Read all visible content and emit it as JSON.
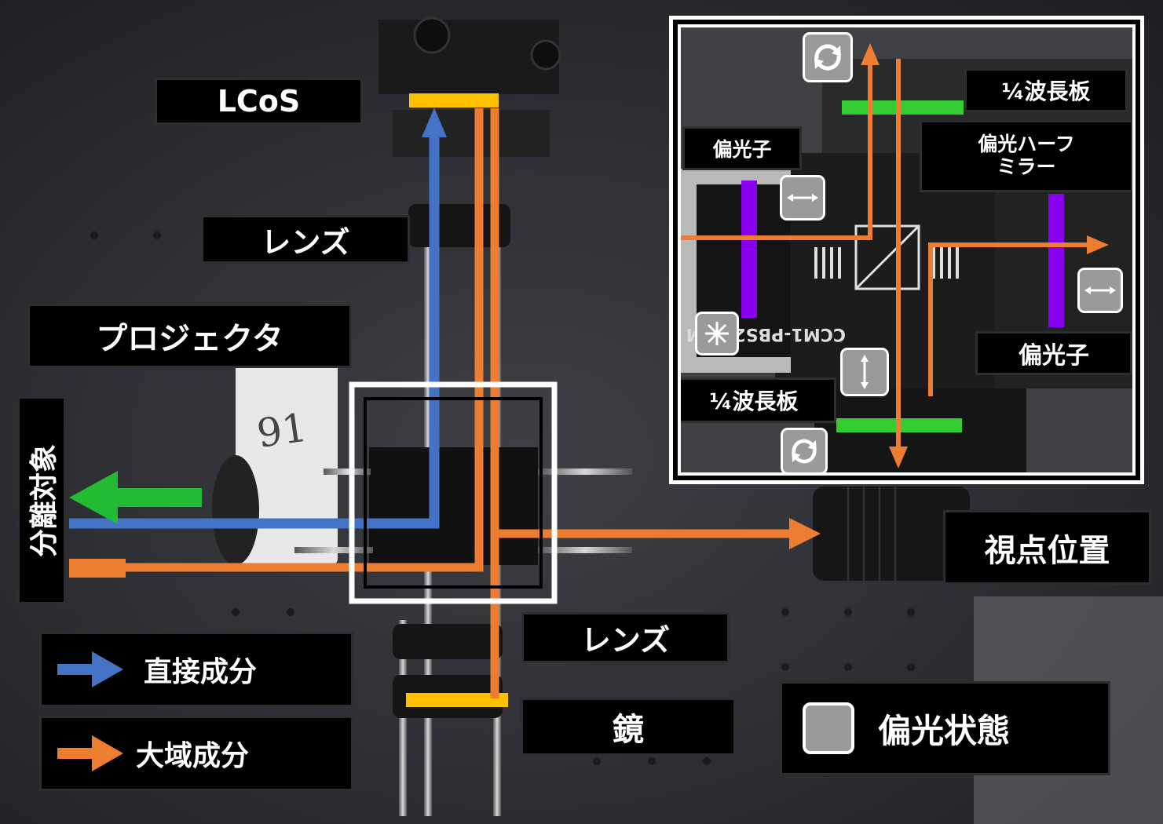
{
  "labels": {
    "lcos": "LCoS",
    "lens_top": "レンズ",
    "projector": "プロジェクタ",
    "separation_target": "分離対象",
    "viewpoint": "視点位置",
    "lens_bottom": "レンズ",
    "mirror": "鏡",
    "legend_direct": "直接成分",
    "legend_global": "大域成分",
    "legend_polarization": "偏光状態"
  },
  "inset": {
    "quarter_wave_top": "¼波長板",
    "polarizer_left": "偏光子",
    "polarizing_half_mirror_line1": "偏光ハーフ",
    "polarizing_half_mirror_line2": "ミラー",
    "polarizer_right": "偏光子",
    "quarter_wave_bottom": "¼波長板"
  },
  "colors": {
    "direct_component": "#4472c4",
    "global_component": "#ed7d31",
    "green_component": "#22bb33",
    "lcos_mirror_plate": "#ffc000",
    "quarter_wave_plate": "#33cc33",
    "polarizer": "#8800ee",
    "polarization_icon_fill": "#9a9a9a"
  },
  "icons": {
    "circular": "circular-polarization-icon",
    "horizontal": "horizontal-linear-polarization-icon",
    "vertical": "vertical-linear-polarization-icon",
    "unpolarized": "unpolarized-icon"
  }
}
